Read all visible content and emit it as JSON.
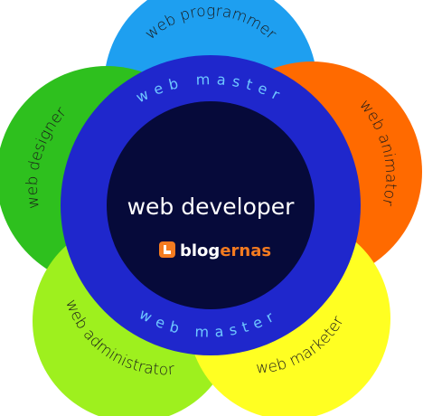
{
  "center": {
    "title": "web developer"
  },
  "ring": {
    "top_label": "web master",
    "bottom_label": "web master"
  },
  "petals": {
    "top": "web programmer",
    "right": "web animator",
    "bottom_right": "web marketer",
    "bottom_left": "web administrator",
    "left": "web designer"
  },
  "brand": {
    "prefix": "blog",
    "suffix": "ernas"
  },
  "colors": {
    "top": "#1e9ff0",
    "right": "#ff6a00",
    "bottom_right": "#ffff22",
    "bottom_left": "#9ef01e",
    "left": "#2ec01e",
    "ring": "#1f27cc",
    "center": "#060a3a",
    "brand_accent": "#f47b20"
  }
}
